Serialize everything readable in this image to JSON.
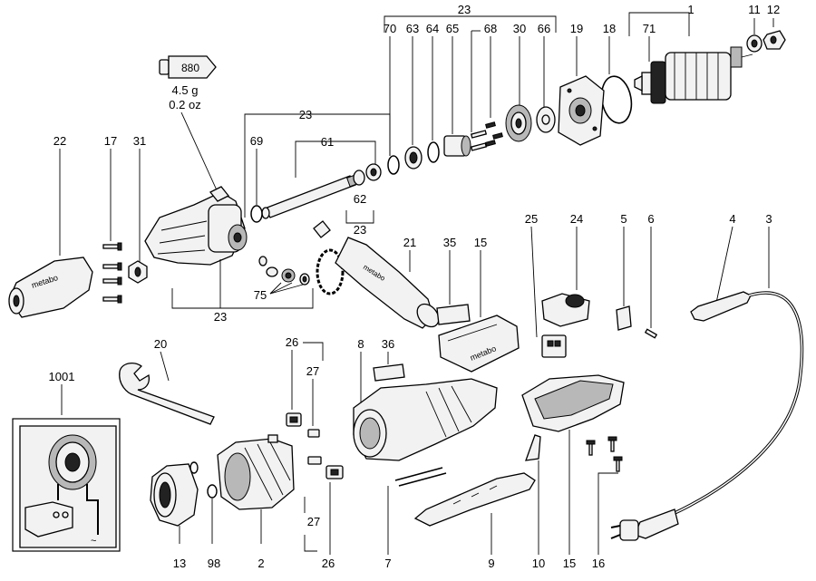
{
  "callouts": [
    {
      "id": "c23top",
      "text": "23"
    },
    {
      "id": "c1",
      "text": "1"
    },
    {
      "id": "c11",
      "text": "11"
    },
    {
      "id": "c12",
      "text": "12"
    },
    {
      "id": "c70",
      "text": "70"
    },
    {
      "id": "c63",
      "text": "63"
    },
    {
      "id": "c64",
      "text": "64"
    },
    {
      "id": "c65",
      "text": "65"
    },
    {
      "id": "c68",
      "text": "68"
    },
    {
      "id": "c30",
      "text": "30"
    },
    {
      "id": "c66",
      "text": "66"
    },
    {
      "id": "c19",
      "text": "19"
    },
    {
      "id": "c18",
      "text": "18"
    },
    {
      "id": "c71",
      "text": "71"
    },
    {
      "id": "c880",
      "text": "880"
    },
    {
      "id": "c23mid",
      "text": "23"
    },
    {
      "id": "c22",
      "text": "22"
    },
    {
      "id": "c17",
      "text": "17"
    },
    {
      "id": "c31",
      "text": "31"
    },
    {
      "id": "c69",
      "text": "69"
    },
    {
      "id": "c61",
      "text": "61"
    },
    {
      "id": "c62",
      "text": "62"
    },
    {
      "id": "c23b",
      "text": "23"
    },
    {
      "id": "c21",
      "text": "21"
    },
    {
      "id": "c35",
      "text": "35"
    },
    {
      "id": "c15top",
      "text": "15"
    },
    {
      "id": "c25",
      "text": "25"
    },
    {
      "id": "c24",
      "text": "24"
    },
    {
      "id": "c5",
      "text": "5"
    },
    {
      "id": "c6",
      "text": "6"
    },
    {
      "id": "c4",
      "text": "4"
    },
    {
      "id": "c3",
      "text": "3"
    },
    {
      "id": "c75",
      "text": "75"
    },
    {
      "id": "c23low",
      "text": "23"
    },
    {
      "id": "c20",
      "text": "20"
    },
    {
      "id": "c26top",
      "text": "26"
    },
    {
      "id": "c8",
      "text": "8"
    },
    {
      "id": "c36",
      "text": "36"
    },
    {
      "id": "c27top",
      "text": "27"
    },
    {
      "id": "c1001",
      "text": "1001"
    },
    {
      "id": "c27low",
      "text": "27"
    },
    {
      "id": "c13",
      "text": "13"
    },
    {
      "id": "c98",
      "text": "98"
    },
    {
      "id": "c2",
      "text": "2"
    },
    {
      "id": "c26low",
      "text": "26"
    },
    {
      "id": "c7",
      "text": "7"
    },
    {
      "id": "c9",
      "text": "9"
    },
    {
      "id": "c10",
      "text": "10"
    },
    {
      "id": "c15low",
      "text": "15"
    },
    {
      "id": "c16",
      "text": "16"
    }
  ],
  "grease_tube": {
    "amount_g": "4.5 g",
    "amount_oz": "0.2 oz"
  },
  "brand": "metabo"
}
